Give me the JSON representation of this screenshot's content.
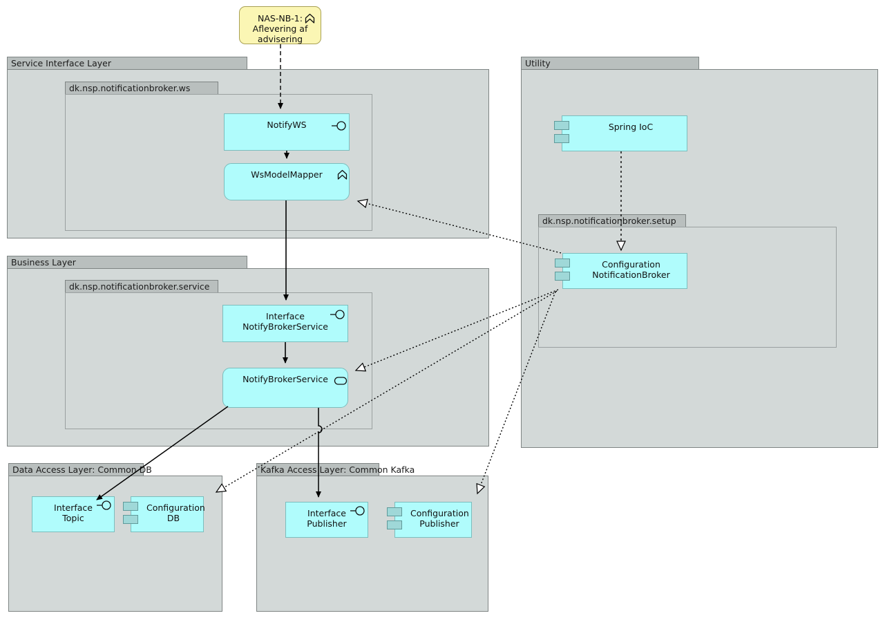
{
  "diagram": {
    "title": "NAS-NB-1 Notification Broker component diagram",
    "colors": {
      "node_fill": "#b0fcfc",
      "node_stroke": "#7bbdbd",
      "package_fill": "#d3d9d8",
      "package_tab_fill": "#b9bfbe",
      "package_stroke": "#7e8483",
      "note_fill": "#fbf6b4",
      "note_stroke": "#a8a054",
      "connector": "#000000"
    }
  },
  "note": {
    "text": "NAS-NB-1:\nAflevering af\nadvisering",
    "icon": "chevron-up-icon"
  },
  "packages": [
    {
      "id": "service-interface-layer",
      "label": "Service Interface Layer"
    },
    {
      "id": "business-layer",
      "label": "Business Layer"
    },
    {
      "id": "data-access-layer",
      "label": "Data Access Layer: Common DB"
    },
    {
      "id": "kafka-access-layer",
      "label": "Kafka Access Layer: Common Kafka"
    },
    {
      "id": "utility",
      "label": "Utility"
    },
    {
      "id": "pkg-ws",
      "label": "dk.nsp.notificationbroker.ws"
    },
    {
      "id": "pkg-service",
      "label": "dk.nsp.notificationbroker.service"
    },
    {
      "id": "pkg-setup",
      "label": "dk.nsp.notificationbroker.setup"
    }
  ],
  "nodes": [
    {
      "id": "notifyws",
      "label": "NotifyWS",
      "icon": "provided-interface-icon",
      "shape": "rect"
    },
    {
      "id": "wsmodelmapper",
      "label": "WsModelMapper",
      "icon": "chevron-up-icon",
      "shape": "rounded"
    },
    {
      "id": "interface-notifybrokerservice",
      "label": "Interface\nNotifyBrokerService",
      "icon": "provided-interface-icon",
      "shape": "rect"
    },
    {
      "id": "notifybrokerservice",
      "label": "NotifyBrokerService",
      "icon": "rounded-rect-icon",
      "shape": "rounded"
    },
    {
      "id": "interface-topic",
      "label": "Interface\nTopic",
      "icon": "provided-interface-icon",
      "shape": "rect"
    },
    {
      "id": "configuration-db",
      "label": "Configuration\nDB",
      "icon": "component-icon",
      "shape": "rect"
    },
    {
      "id": "interface-publisher",
      "label": "Interface\nPublisher",
      "icon": "provided-interface-icon",
      "shape": "rect"
    },
    {
      "id": "configuration-publisher",
      "label": "Configuration\nPublisher",
      "icon": "component-icon",
      "shape": "rect"
    },
    {
      "id": "spring-ioc",
      "label": "Spring IoC",
      "icon": "component-icon",
      "shape": "rect"
    },
    {
      "id": "configuration-notificationbroker",
      "label": "Configuration\nNotificationBroker",
      "icon": "component-icon",
      "shape": "rect"
    }
  ],
  "connectors": [
    {
      "id": "note-to-notifyws",
      "from": "note",
      "to": "notifyws",
      "style": "dashed",
      "arrow": "filled-arrow"
    },
    {
      "id": "notifyws-to-wsmodelmapper",
      "from": "notifyws",
      "to": "wsmodelmapper",
      "style": "solid",
      "arrow": "filled-arrow"
    },
    {
      "id": "wsmodelmapper-to-interface-notifybrokerservice",
      "from": "wsmodelmapper",
      "to": "interface-notifybrokerservice",
      "style": "solid",
      "arrow": "filled-arrow"
    },
    {
      "id": "interface-notifybrokerservice-to-notifybrokerservice",
      "from": "interface-notifybrokerservice",
      "to": "notifybrokerservice",
      "style": "solid",
      "arrow": "filled-arrow"
    },
    {
      "id": "notifybrokerservice-to-interface-topic",
      "from": "notifybrokerservice",
      "to": "interface-topic",
      "style": "solid",
      "arrow": "filled-arrow"
    },
    {
      "id": "notifybrokerservice-to-interface-publisher",
      "from": "notifybrokerservice",
      "to": "interface-publisher",
      "style": "solid",
      "arrow": "filled-arrow"
    },
    {
      "id": "confnb-realizes-wsmodelmapper",
      "from": "configuration-notificationbroker",
      "to": "wsmodelmapper",
      "style": "dotted",
      "arrow": "hollow-triangle"
    },
    {
      "id": "confnb-realizes-notifybrokerservice",
      "from": "configuration-notificationbroker",
      "to": "notifybrokerservice",
      "style": "dotted",
      "arrow": "hollow-triangle"
    },
    {
      "id": "confnb-realizes-configuration-db",
      "from": "configuration-notificationbroker",
      "to": "configuration-db",
      "style": "dotted",
      "arrow": "hollow-triangle"
    },
    {
      "id": "confnb-realizes-configuration-publisher",
      "from": "configuration-notificationbroker",
      "to": "configuration-publisher",
      "style": "dotted",
      "arrow": "hollow-triangle"
    },
    {
      "id": "springioc-to-confnb",
      "from": "spring-ioc",
      "to": "configuration-notificationbroker",
      "style": "dotted",
      "arrow": "hollow-triangle"
    }
  ]
}
